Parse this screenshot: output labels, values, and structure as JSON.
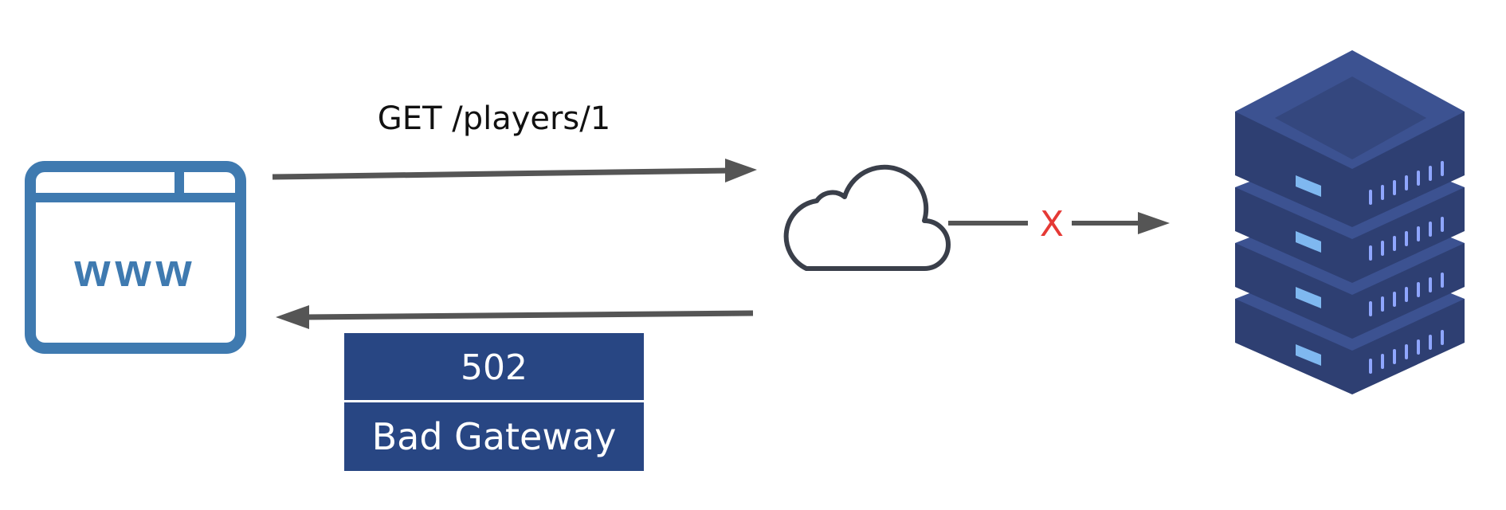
{
  "request": {
    "label": "GET /players/1"
  },
  "browser": {
    "label": "www",
    "color": "#3F7AB0"
  },
  "proxy": {
    "failure_mark": "X",
    "failure_color": "#E53935"
  },
  "response": {
    "status_code": "502",
    "status_text": "Bad Gateway",
    "box_color": "#284683"
  },
  "server": {
    "color": "#34487E"
  },
  "colors": {
    "arrow": "#555555",
    "cloud_stroke": "#3A3F4A"
  }
}
